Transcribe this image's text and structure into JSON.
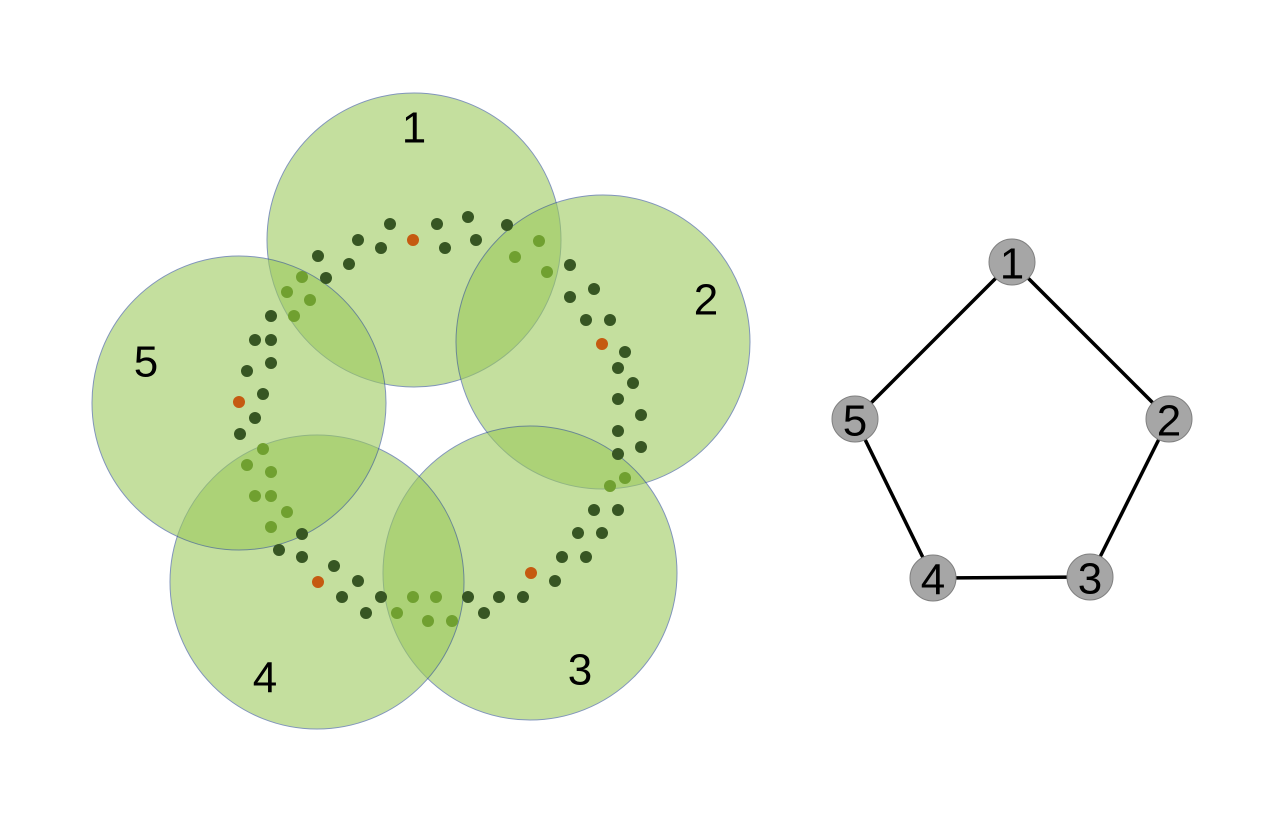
{
  "colors": {
    "cover_fill": "#9dcb5e",
    "cover_stroke": "#2f4f8f",
    "dot_dark": "#375623",
    "dot_light": "#70a030",
    "dot_highlight": "#c55a11",
    "node_fill": "#a6a6a6",
    "edge": "#000000"
  },
  "cover": {
    "sets": [
      {
        "id": "1",
        "label": "1"
      },
      {
        "id": "2",
        "label": "2"
      },
      {
        "id": "3",
        "label": "3"
      },
      {
        "id": "4",
        "label": "4"
      },
      {
        "id": "5",
        "label": "5"
      }
    ]
  },
  "nerve_graph": {
    "nodes": [
      {
        "id": "1",
        "label": "1"
      },
      {
        "id": "2",
        "label": "2"
      },
      {
        "id": "3",
        "label": "3"
      },
      {
        "id": "4",
        "label": "4"
      },
      {
        "id": "5",
        "label": "5"
      }
    ],
    "edges": [
      [
        "1",
        "2"
      ],
      [
        "2",
        "3"
      ],
      [
        "3",
        "4"
      ],
      [
        "4",
        "5"
      ],
      [
        "5",
        "1"
      ]
    ]
  }
}
